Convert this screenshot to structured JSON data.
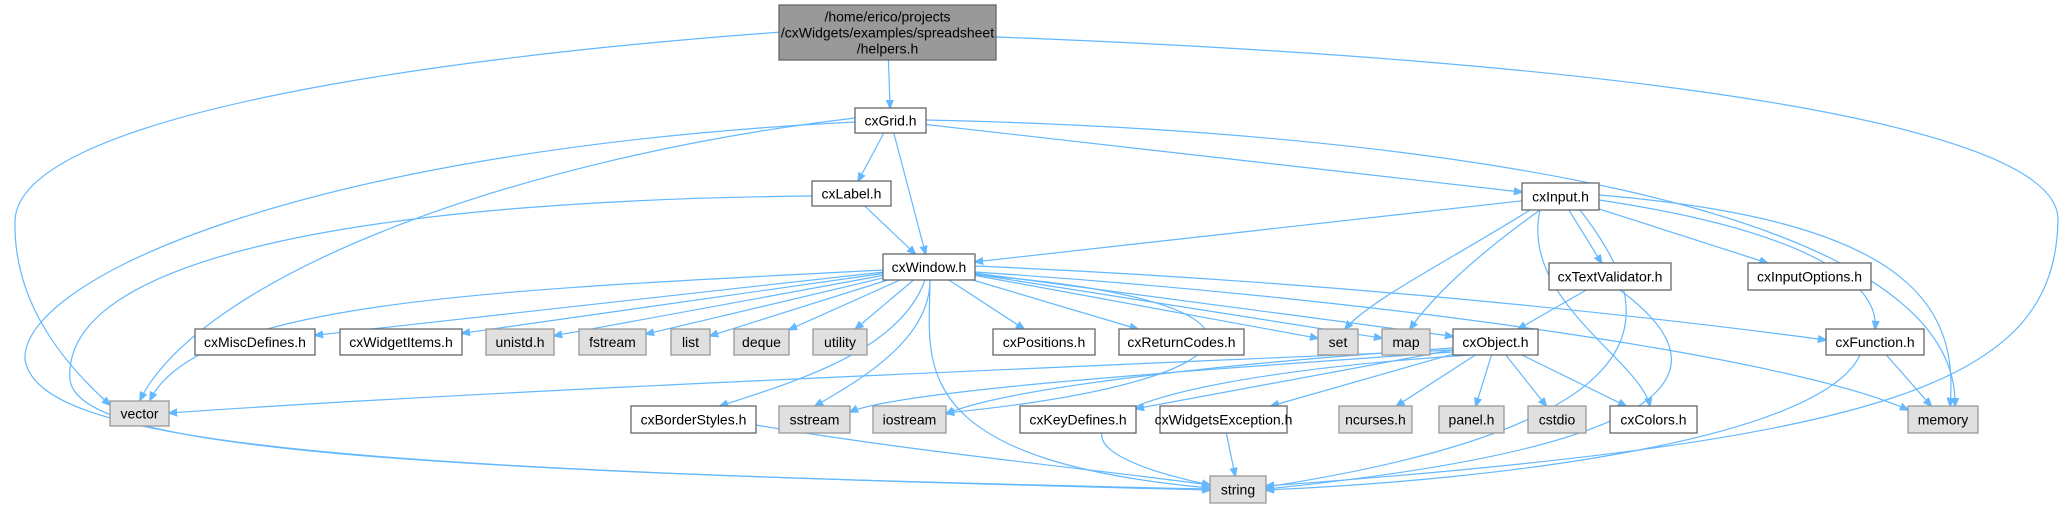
{
  "diagram": {
    "title": "Include dependency graph for helpers.h",
    "colors": {
      "edge": "#63b8ff",
      "root_fill": "#999999",
      "local_fill": "#ffffff",
      "system_fill": "#e0e0e0"
    },
    "nodes": [
      {
        "id": "helpers",
        "label_lines": [
          "/home/erico/projects",
          "/cxWidgets/examples/spreadsheet",
          "/helpers.h"
        ],
        "kind": "root"
      },
      {
        "id": "cxGrid",
        "label": "cxGrid.h",
        "kind": "local"
      },
      {
        "id": "cxLabel",
        "label": "cxLabel.h",
        "kind": "local"
      },
      {
        "id": "cxInput",
        "label": "cxInput.h",
        "kind": "local"
      },
      {
        "id": "cxWindow",
        "label": "cxWindow.h",
        "kind": "local"
      },
      {
        "id": "cxTextValidator",
        "label": "cxTextValidator.h",
        "kind": "local"
      },
      {
        "id": "cxInputOptions",
        "label": "cxInputOptions.h",
        "kind": "local"
      },
      {
        "id": "cxMiscDefines",
        "label": "cxMiscDefines.h",
        "kind": "local"
      },
      {
        "id": "cxWidgetItems",
        "label": "cxWidgetItems.h",
        "kind": "local"
      },
      {
        "id": "unistd",
        "label": "unistd.h",
        "kind": "system"
      },
      {
        "id": "fstream",
        "label": "fstream",
        "kind": "system"
      },
      {
        "id": "list",
        "label": "list",
        "kind": "system"
      },
      {
        "id": "deque",
        "label": "deque",
        "kind": "system"
      },
      {
        "id": "utility",
        "label": "utility",
        "kind": "system"
      },
      {
        "id": "cxPositions",
        "label": "cxPositions.h",
        "kind": "local"
      },
      {
        "id": "cxReturnCodes",
        "label": "cxReturnCodes.h",
        "kind": "local"
      },
      {
        "id": "set",
        "label": "set",
        "kind": "system"
      },
      {
        "id": "map",
        "label": "map",
        "kind": "system"
      },
      {
        "id": "cxObject",
        "label": "cxObject.h",
        "kind": "local"
      },
      {
        "id": "cxFunction",
        "label": "cxFunction.h",
        "kind": "local"
      },
      {
        "id": "vector",
        "label": "vector",
        "kind": "system"
      },
      {
        "id": "cxBorderStyles",
        "label": "cxBorderStyles.h",
        "kind": "local"
      },
      {
        "id": "sstream",
        "label": "sstream",
        "kind": "system"
      },
      {
        "id": "iostream",
        "label": "iostream",
        "kind": "system"
      },
      {
        "id": "cxKeyDefines",
        "label": "cxKeyDefines.h",
        "kind": "local"
      },
      {
        "id": "cxWidgetsException",
        "label": "cxWidgetsException.h",
        "kind": "local"
      },
      {
        "id": "ncurses",
        "label": "ncurses.h",
        "kind": "system"
      },
      {
        "id": "panel",
        "label": "panel.h",
        "kind": "system"
      },
      {
        "id": "cstdio",
        "label": "cstdio",
        "kind": "system"
      },
      {
        "id": "cxColors",
        "label": "cxColors.h",
        "kind": "local"
      },
      {
        "id": "memory",
        "label": "memory",
        "kind": "system"
      },
      {
        "id": "string",
        "label": "string",
        "kind": "system"
      }
    ],
    "edges": [
      [
        "helpers",
        "cxGrid"
      ],
      [
        "helpers",
        "vector"
      ],
      [
        "helpers",
        "string"
      ],
      [
        "cxGrid",
        "cxLabel"
      ],
      [
        "cxGrid",
        "cxWindow"
      ],
      [
        "cxGrid",
        "cxInput"
      ],
      [
        "cxGrid",
        "vector"
      ],
      [
        "cxGrid",
        "string"
      ],
      [
        "cxGrid",
        "memory"
      ],
      [
        "cxLabel",
        "cxWindow"
      ],
      [
        "cxLabel",
        "string"
      ],
      [
        "cxInput",
        "cxWindow"
      ],
      [
        "cxInput",
        "cxTextValidator"
      ],
      [
        "cxInput",
        "cxInputOptions"
      ],
      [
        "cxInput",
        "cxFunction"
      ],
      [
        "cxInput",
        "set"
      ],
      [
        "cxInput",
        "map"
      ],
      [
        "cxInput",
        "cxColors"
      ],
      [
        "cxInput",
        "string"
      ],
      [
        "cxInput",
        "memory"
      ],
      [
        "cxTextValidator",
        "cxObject"
      ],
      [
        "cxTextValidator",
        "string"
      ],
      [
        "cxWindow",
        "cxMiscDefines"
      ],
      [
        "cxWindow",
        "cxWidgetItems"
      ],
      [
        "cxWindow",
        "unistd"
      ],
      [
        "cxWindow",
        "fstream"
      ],
      [
        "cxWindow",
        "list"
      ],
      [
        "cxWindow",
        "deque"
      ],
      [
        "cxWindow",
        "utility"
      ],
      [
        "cxWindow",
        "cxPositions"
      ],
      [
        "cxWindow",
        "cxReturnCodes"
      ],
      [
        "cxWindow",
        "set"
      ],
      [
        "cxWindow",
        "map"
      ],
      [
        "cxWindow",
        "cxObject"
      ],
      [
        "cxWindow",
        "cxFunction"
      ],
      [
        "cxWindow",
        "vector"
      ],
      [
        "cxWindow",
        "cxBorderStyles"
      ],
      [
        "cxWindow",
        "sstream"
      ],
      [
        "cxWindow",
        "iostream"
      ],
      [
        "cxWindow",
        "string"
      ],
      [
        "cxWindow",
        "memory"
      ],
      [
        "cxObject",
        "vector"
      ],
      [
        "cxObject",
        "sstream"
      ],
      [
        "cxObject",
        "iostream"
      ],
      [
        "cxObject",
        "cxKeyDefines"
      ],
      [
        "cxObject",
        "cxWidgetsException"
      ],
      [
        "cxObject",
        "ncurses"
      ],
      [
        "cxObject",
        "panel"
      ],
      [
        "cxObject",
        "cstdio"
      ],
      [
        "cxObject",
        "cxColors"
      ],
      [
        "cxObject",
        "string"
      ],
      [
        "cxFunction",
        "memory"
      ],
      [
        "cxFunction",
        "string"
      ],
      [
        "cxBorderStyles",
        "string"
      ],
      [
        "cxWidgetsException",
        "string"
      ]
    ]
  }
}
